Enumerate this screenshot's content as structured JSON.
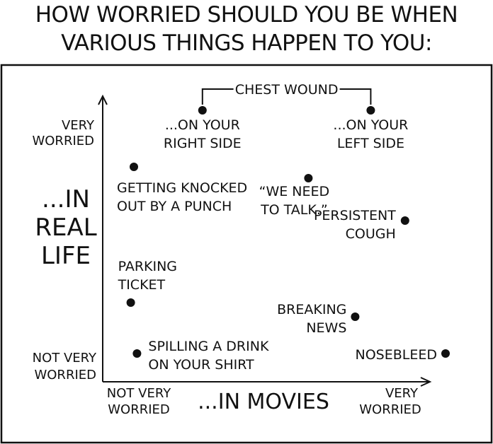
{
  "title_lines": [
    "HOW WORRIED SHOULD YOU BE WHEN",
    "VARIOUS THINGS HAPPEN TO YOU:"
  ],
  "chart_data": {
    "type": "scatter",
    "title": "HOW WORRIED SHOULD YOU BE WHEN VARIOUS THINGS HAPPEN TO YOU:",
    "xlabel": "...IN MOVIES",
    "ylabel": [
      "...IN",
      "REAL",
      "LIFE"
    ],
    "x_low_label": [
      "NOT VERY",
      "WORRIED"
    ],
    "x_high_label": [
      "VERY",
      "WORRIED"
    ],
    "y_low_label": [
      "NOT VERY",
      "WORRIED"
    ],
    "y_high_label": [
      "VERY",
      "WORRIED"
    ],
    "xlim": [
      0,
      1
    ],
    "ylim": [
      0,
      1
    ],
    "grid": false,
    "group_label": "CHEST WOUND",
    "points": [
      {
        "label": [
          "...ON YOUR",
          "RIGHT SIDE"
        ],
        "x": 0.32,
        "y": 0.96
      },
      {
        "label": [
          "...ON YOUR",
          "LEFT SIDE"
        ],
        "x": 0.86,
        "y": 0.96
      },
      {
        "label": [
          "GETTING KNOCKED",
          "OUT BY A PUNCH"
        ],
        "x": 0.1,
        "y": 0.76
      },
      {
        "label": [
          "“WE NEED",
          "TO TALK.”"
        ],
        "x": 0.66,
        "y": 0.72
      },
      {
        "label": [
          "PERSISTENT",
          "COUGH"
        ],
        "x": 0.97,
        "y": 0.57
      },
      {
        "label": [
          "PARKING",
          "TICKET"
        ],
        "x": 0.09,
        "y": 0.28
      },
      {
        "label": [
          "BREAKING",
          "NEWS"
        ],
        "x": 0.81,
        "y": 0.23
      },
      {
        "label": [
          "SPILLING A DRINK",
          "ON YOUR SHIRT"
        ],
        "x": 0.11,
        "y": 0.1
      },
      {
        "label": [
          "NOSEBLEED"
        ],
        "x": 1.1,
        "y": 0.1
      }
    ]
  }
}
